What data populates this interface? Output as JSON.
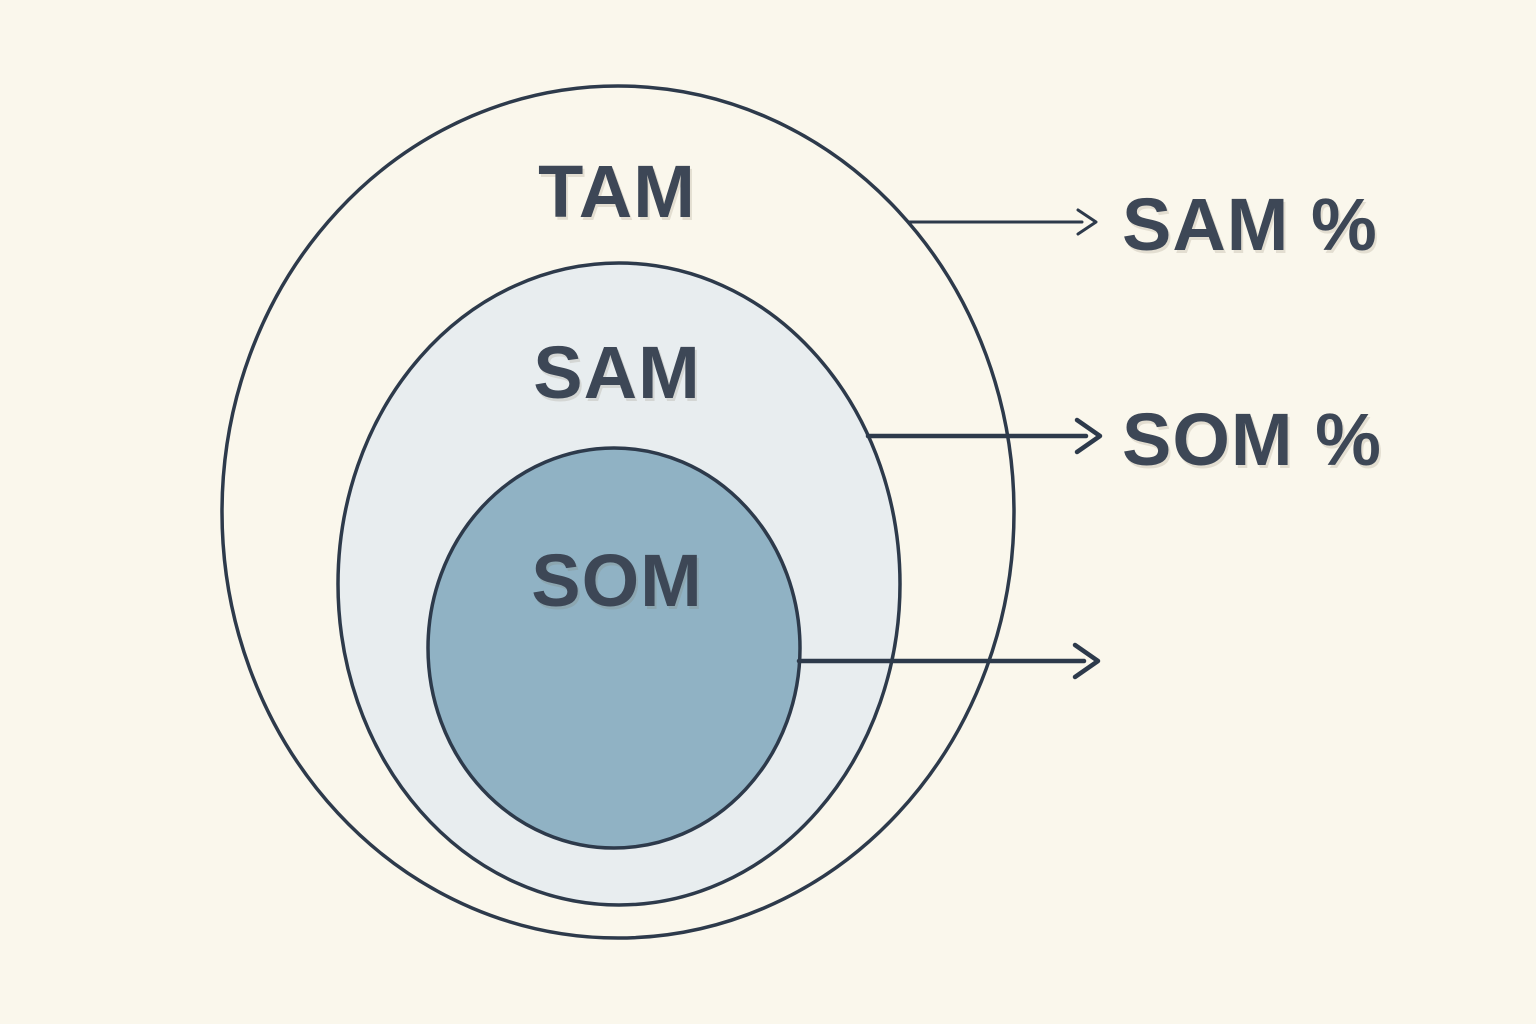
{
  "diagram": {
    "type": "nested-market-sizing",
    "colors": {
      "background": "#faf7ec",
      "stroke": "#2d3a4b",
      "text": "#3d4756"
    },
    "rings": [
      {
        "label": "TAM",
        "fill": "#faf7ec"
      },
      {
        "label": "SAM",
        "fill": "#e8edef"
      },
      {
        "label": "SOM",
        "fill": "#90b2c4"
      }
    ],
    "callouts": [
      {
        "label": "SAM %"
      },
      {
        "label": "SOM %"
      },
      {
        "label": ""
      }
    ]
  }
}
